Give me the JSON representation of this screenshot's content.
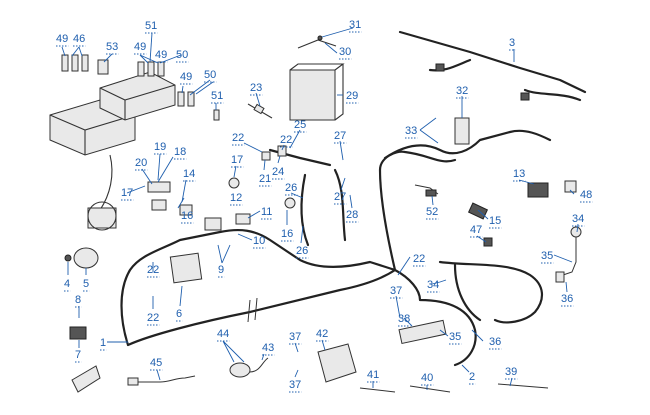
{
  "callouts": [
    {
      "id": "c1",
      "label": "1"
    },
    {
      "id": "c2",
      "label": "2"
    },
    {
      "id": "c3",
      "label": "3"
    },
    {
      "id": "c4",
      "label": "4"
    },
    {
      "id": "c5",
      "label": "5"
    },
    {
      "id": "c6",
      "label": "6"
    },
    {
      "id": "c7",
      "label": "7"
    },
    {
      "id": "c8",
      "label": "8"
    },
    {
      "id": "c9",
      "label": "9"
    },
    {
      "id": "c10",
      "label": "10"
    },
    {
      "id": "c11",
      "label": "11"
    },
    {
      "id": "c12",
      "label": "12"
    },
    {
      "id": "c13",
      "label": "13"
    },
    {
      "id": "c14",
      "label": "14"
    },
    {
      "id": "c15",
      "label": "15"
    },
    {
      "id": "c16a",
      "label": "16"
    },
    {
      "id": "c16b",
      "label": "16"
    },
    {
      "id": "c17a",
      "label": "17"
    },
    {
      "id": "c17b",
      "label": "17"
    },
    {
      "id": "c18",
      "label": "18"
    },
    {
      "id": "c19",
      "label": "19"
    },
    {
      "id": "c20",
      "label": "20"
    },
    {
      "id": "c21",
      "label": "21"
    },
    {
      "id": "c22a",
      "label": "22"
    },
    {
      "id": "c22b",
      "label": "22"
    },
    {
      "id": "c22c",
      "label": "22"
    },
    {
      "id": "c22d",
      "label": "22"
    },
    {
      "id": "c22e",
      "label": "22"
    },
    {
      "id": "c23",
      "label": "23"
    },
    {
      "id": "c24",
      "label": "24"
    },
    {
      "id": "c25",
      "label": "25"
    },
    {
      "id": "c26a",
      "label": "26"
    },
    {
      "id": "c26b",
      "label": "26"
    },
    {
      "id": "c27a",
      "label": "27"
    },
    {
      "id": "c27b",
      "label": "27"
    },
    {
      "id": "c28",
      "label": "28"
    },
    {
      "id": "c29",
      "label": "29"
    },
    {
      "id": "c30",
      "label": "30"
    },
    {
      "id": "c31",
      "label": "31"
    },
    {
      "id": "c32",
      "label": "32"
    },
    {
      "id": "c33",
      "label": "33"
    },
    {
      "id": "c34a",
      "label": "34"
    },
    {
      "id": "c34b",
      "label": "34"
    },
    {
      "id": "c35a",
      "label": "35"
    },
    {
      "id": "c35b",
      "label": "35"
    },
    {
      "id": "c36a",
      "label": "36"
    },
    {
      "id": "c36b",
      "label": "36"
    },
    {
      "id": "c37a",
      "label": "37"
    },
    {
      "id": "c37b",
      "label": "37"
    },
    {
      "id": "c37c",
      "label": "37"
    },
    {
      "id": "c38",
      "label": "38"
    },
    {
      "id": "c39",
      "label": "39"
    },
    {
      "id": "c40",
      "label": "40"
    },
    {
      "id": "c41",
      "label": "41"
    },
    {
      "id": "c42",
      "label": "42"
    },
    {
      "id": "c43",
      "label": "43"
    },
    {
      "id": "c44",
      "label": "44"
    },
    {
      "id": "c45",
      "label": "45"
    },
    {
      "id": "c46",
      "label": "46"
    },
    {
      "id": "c47",
      "label": "47"
    },
    {
      "id": "c48",
      "label": "48"
    },
    {
      "id": "c49a",
      "label": "49"
    },
    {
      "id": "c49b",
      "label": "49"
    },
    {
      "id": "c49c",
      "label": "49"
    },
    {
      "id": "c49d",
      "label": "49"
    },
    {
      "id": "c50a",
      "label": "50"
    },
    {
      "id": "c50b",
      "label": "50"
    },
    {
      "id": "c51a",
      "label": "51"
    },
    {
      "id": "c51b",
      "label": "51"
    },
    {
      "id": "c52",
      "label": "52"
    },
    {
      "id": "c53",
      "label": "53"
    }
  ],
  "colors": {
    "callout": "#1f5fae",
    "line_art": "#333333",
    "background": "#ffffff"
  }
}
